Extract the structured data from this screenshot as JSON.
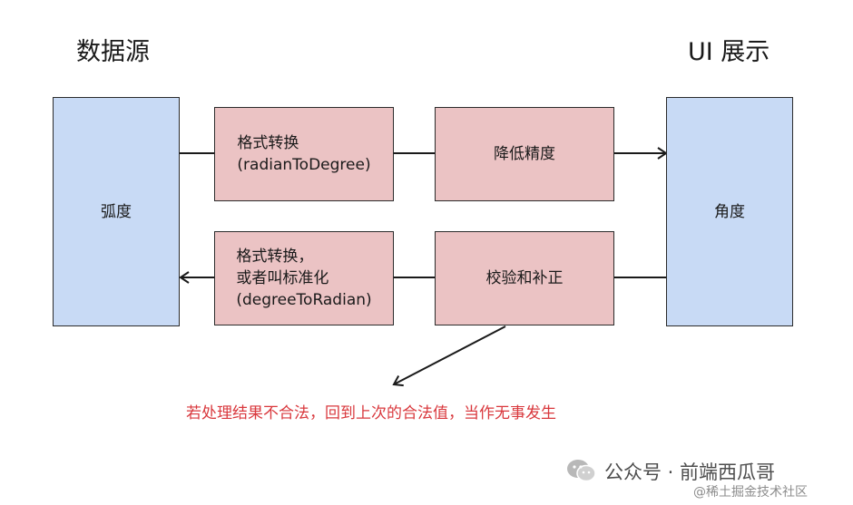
{
  "headings": {
    "source": "数据源",
    "display": "UI 展示"
  },
  "boxes": {
    "radian": "弧度",
    "degree": "角度",
    "format_top": [
      "格式转换",
      "(radianToDegree)"
    ],
    "reduce": "降低精度",
    "format_bottom": [
      "格式转换，",
      "或者叫标准化",
      "(degreeToRadian)"
    ],
    "validate": "校验和补正"
  },
  "note": "若处理结果不合法，回到上次的合法值，当作无事发生",
  "watermark": {
    "account": "公众号 · 前端西瓜哥",
    "site": "@稀土掘金技术社区"
  },
  "colors": {
    "blue_box": "#c8daf5",
    "red_box": "#ebc3c4",
    "note_text": "#d9383d"
  }
}
